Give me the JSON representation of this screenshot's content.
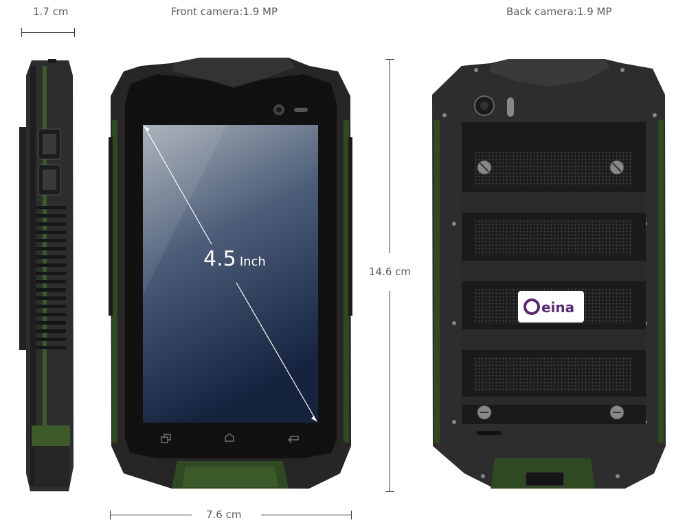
{
  "labels": {
    "thickness": "1.7 cm",
    "front_camera": "Front camera:1.9 MP",
    "back_camera": "Back camera:1.9 MP",
    "height": "14.6 cm",
    "width": "7.6 cm",
    "screen_size_value": "4.5",
    "screen_size_unit": "Inch",
    "brand": "eina"
  },
  "colors": {
    "body_dark": "#2b2b2b",
    "body_mid": "#3a3a3a",
    "accent_green": "#2f4a22",
    "screen_top": "#a7afb8",
    "screen_bottom": "#1a2a4a",
    "text": "#5a5a5a"
  },
  "icons": {
    "recent_apps": "recent-apps-icon",
    "home": "home-icon",
    "back": "back-icon"
  }
}
